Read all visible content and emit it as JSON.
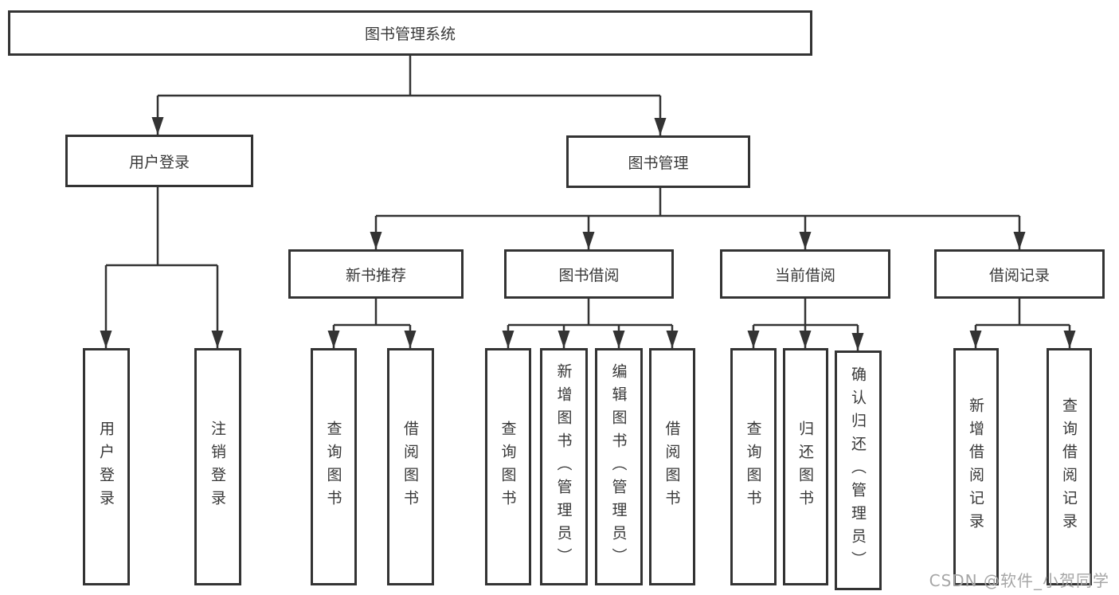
{
  "tree": {
    "root": {
      "label": "图书管理系统"
    },
    "userLogin": {
      "label": "用户登录",
      "children": {
        "login": {
          "label": "用户登录"
        },
        "logout": {
          "label": "注销登录"
        }
      }
    },
    "bookMgmt": {
      "label": "图书管理",
      "children": {
        "newBookRec": {
          "label": "新书推荐",
          "children": {
            "queryBooks": {
              "label": "查询图书"
            },
            "borrowBooks": {
              "label": "借阅图书"
            }
          }
        },
        "bookBorrow": {
          "label": "图书借阅",
          "children": {
            "queryBooks": {
              "label": "查询图书"
            },
            "addBooks": {
              "label": "新增图书（管理员）"
            },
            "editBooks": {
              "label": "编辑图书（管理员）"
            },
            "borrowBooks": {
              "label": "借阅图书"
            }
          }
        },
        "currentBorrow": {
          "label": "当前借阅",
          "children": {
            "queryBooks": {
              "label": "查询图书"
            },
            "returnBooks": {
              "label": "归还图书"
            },
            "confirmReturn": {
              "label": "确认归还（管理员）"
            }
          }
        },
        "borrowRecord": {
          "label": "借阅记录",
          "children": {
            "addRecord": {
              "label": "新增借阅记录"
            },
            "queryRecord": {
              "label": "查询借阅记录"
            }
          }
        }
      }
    }
  },
  "watermark": {
    "text": "CSDN @软件_小贺同学"
  },
  "colors": {
    "line": "#333333",
    "text": "#383838",
    "watermark": "#a6a6a6",
    "background": "#ffffff"
  }
}
